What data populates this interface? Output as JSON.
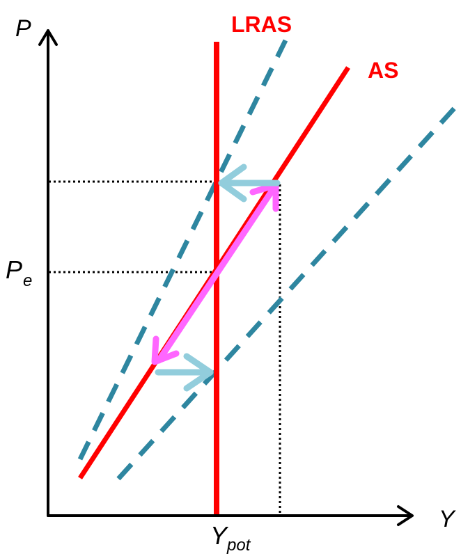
{
  "axes": {
    "y_label": "P",
    "x_label": "Y",
    "pe_main": "P",
    "pe_sub": "e",
    "ypot_main": "Y",
    "ypot_sub": "pot"
  },
  "curves": {
    "lras_label": "LRAS",
    "as_label": "AS"
  },
  "colors": {
    "axis": "#000000",
    "lras": "#ff0000",
    "as": "#ff0000",
    "shifted_as": "#2e86a0",
    "movement_arrow": "#ff66ff",
    "shift_arrow": "#92cddc",
    "guide": "#000000"
  }
}
